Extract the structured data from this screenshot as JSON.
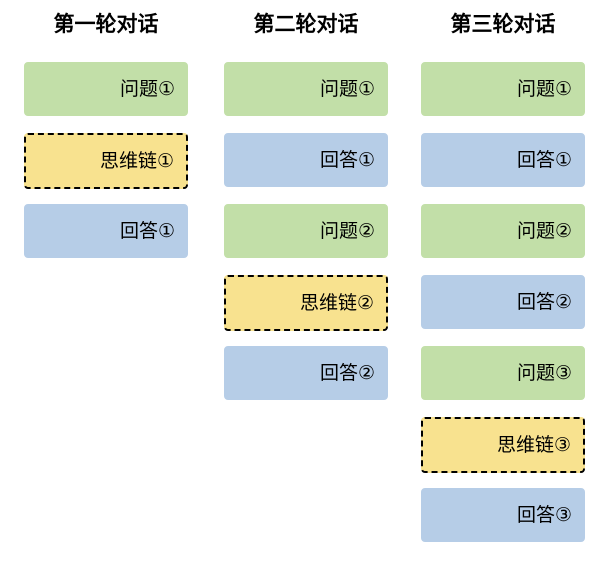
{
  "figure": {
    "background_color": "#FFFFFF",
    "colors": {
      "question": "#C2DFA8",
      "answer": "#B6CDE7",
      "chain_of_thought": "#F8E28F",
      "dashed_border": "#000000",
      "text": "#000000"
    }
  },
  "columns": [
    {
      "header": "第一轮对话",
      "cards": [
        {
          "label": "问题①",
          "kind": "question"
        },
        {
          "label": "思维链①",
          "kind": "cot"
        },
        {
          "label": "回答①",
          "kind": "answer"
        }
      ]
    },
    {
      "header": "第二轮对话",
      "cards": [
        {
          "label": "问题①",
          "kind": "question"
        },
        {
          "label": "回答①",
          "kind": "answer"
        },
        {
          "label": "问题②",
          "kind": "question"
        },
        {
          "label": "思维链②",
          "kind": "cot"
        },
        {
          "label": "回答②",
          "kind": "answer"
        }
      ]
    },
    {
      "header": "第三轮对话",
      "cards": [
        {
          "label": "问题①",
          "kind": "question"
        },
        {
          "label": "回答①",
          "kind": "answer"
        },
        {
          "label": "问题②",
          "kind": "question"
        },
        {
          "label": "回答②",
          "kind": "answer"
        },
        {
          "label": "问题③",
          "kind": "question"
        },
        {
          "label": "思维链③",
          "kind": "cot"
        },
        {
          "label": "回答③",
          "kind": "answer"
        }
      ]
    }
  ]
}
